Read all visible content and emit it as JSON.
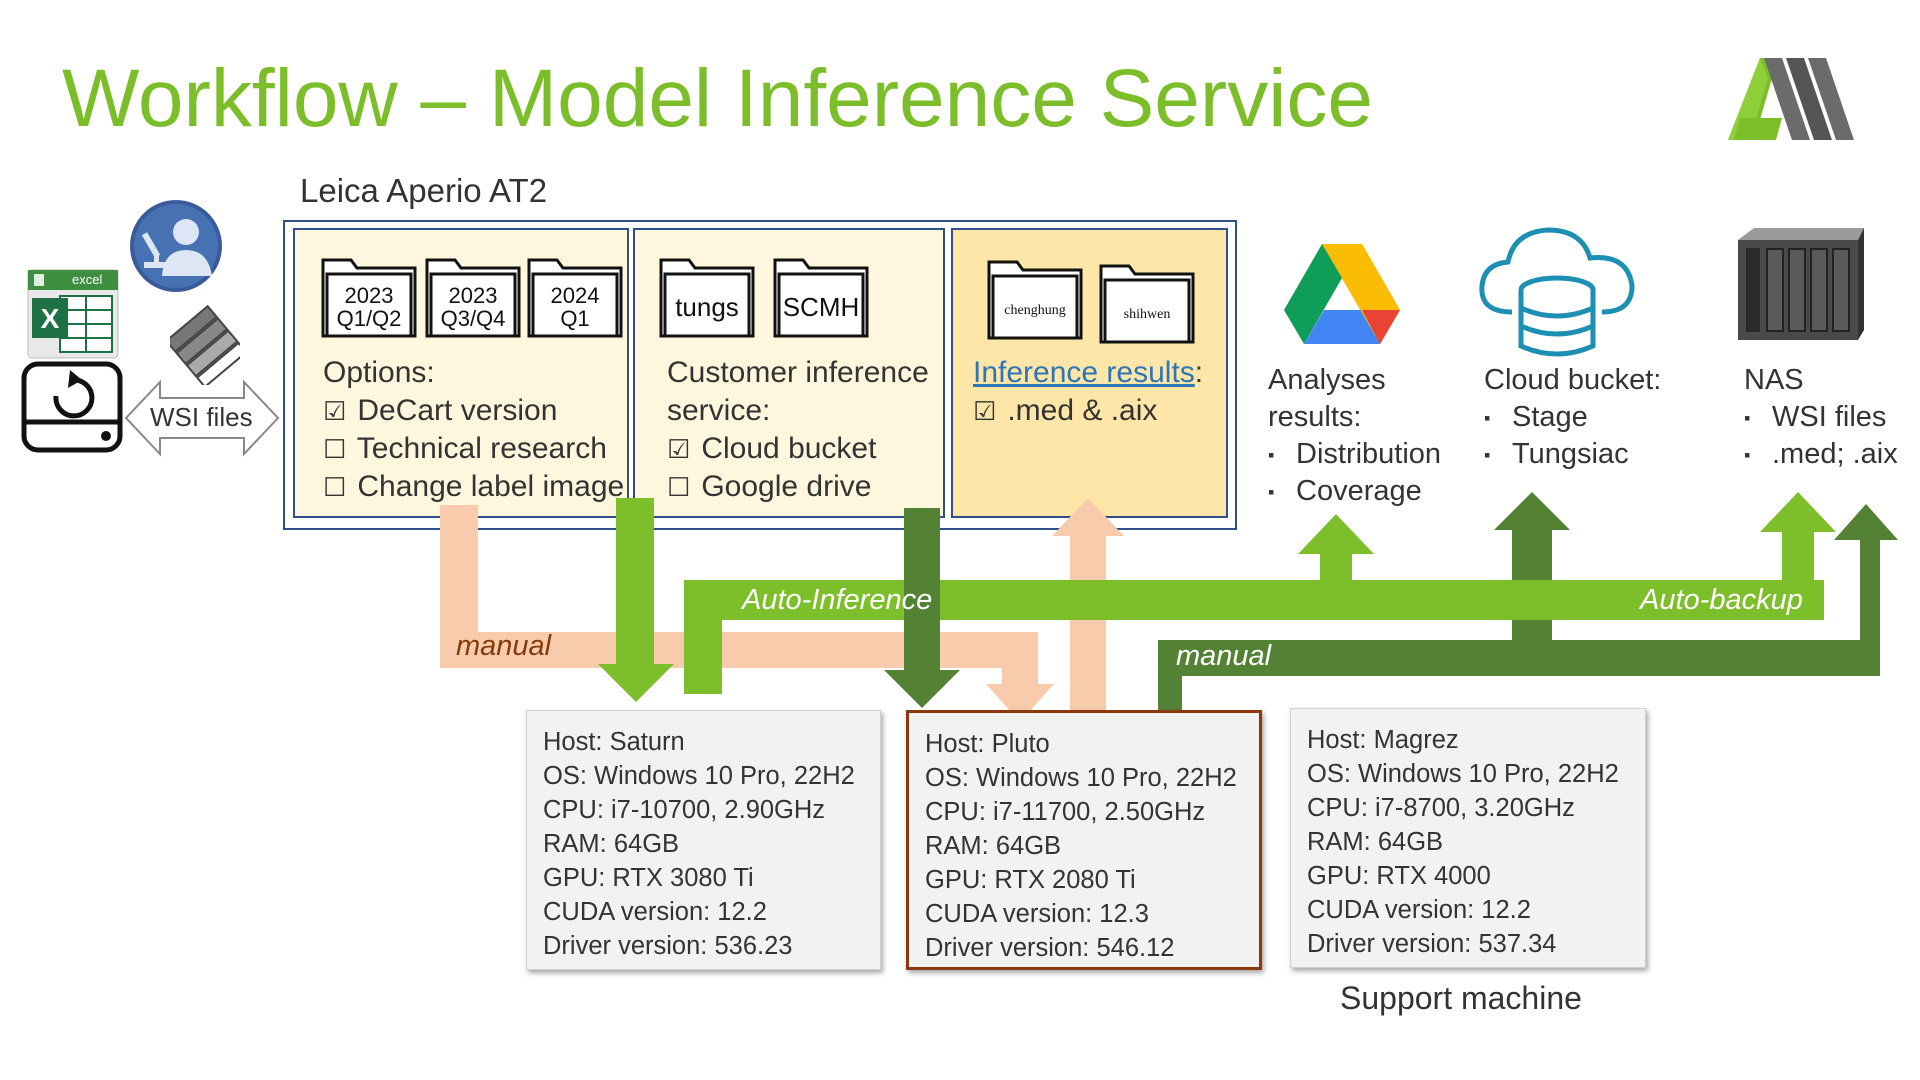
{
  "title": "Workflow – Model Inference Service",
  "scanner": {
    "label": "Leica Aperio AT2"
  },
  "wsi_arrow_label": "WSI files",
  "excel_label": "excel",
  "panel_scan": {
    "folders": [
      {
        "line1": "2023",
        "line2": "Q1/Q2"
      },
      {
        "line1": "2023",
        "line2": "Q3/Q4"
      },
      {
        "line1": "2024",
        "line2": "Q1"
      }
    ],
    "heading": "Options:",
    "options": [
      {
        "box": "☑",
        "text": "DeCart version"
      },
      {
        "box": "☐",
        "text": "Technical research"
      },
      {
        "box": "☐",
        "text": "Change label image"
      }
    ]
  },
  "panel_customer": {
    "folders": [
      {
        "label": "tungs"
      },
      {
        "label": "SCMH"
      }
    ],
    "heading_line1": "Customer inference",
    "heading_line2": "service:",
    "options": [
      {
        "box": "☑",
        "text": "Cloud bucket"
      },
      {
        "box": "☐",
        "text": "Google drive"
      }
    ]
  },
  "panel_results": {
    "folders": [
      {
        "label": "chenghung"
      },
      {
        "label": "shihwen"
      }
    ],
    "heading_link": "Inference results",
    "heading_colon": ":",
    "options": [
      {
        "box": "☑",
        "text": ".med & .aix"
      }
    ]
  },
  "destinations": {
    "drive": {
      "line1": "Analyses",
      "line2": "results:",
      "items": [
        "Distribution",
        "Coverage"
      ]
    },
    "cloud": {
      "line1": "Cloud bucket:",
      "items": [
        "Stage",
        "Tungsiac"
      ]
    },
    "nas": {
      "line1": "NAS",
      "items": [
        "WSI files",
        ".med; .aix"
      ]
    }
  },
  "flow_labels": {
    "manual_left": "manual",
    "auto_inference": "Auto-Inference",
    "auto_backup": "Auto-backup",
    "manual_right": "manual"
  },
  "hosts": [
    {
      "lines": [
        "Host: Saturn",
        "OS: Windows 10 Pro, 22H2",
        "CPU: i7-10700, 2.90GHz",
        "RAM: 64GB",
        "GPU: RTX 3080 Ti",
        "CUDA version: 12.2",
        "Driver version: 536.23"
      ]
    },
    {
      "lines": [
        "Host: Pluto",
        "OS: Windows 10 Pro, 22H2",
        "CPU: i7-11700, 2.50GHz",
        "RAM: 64GB",
        "GPU: RTX 2080 Ti",
        "CUDA version: 12.3",
        "Driver version: 546.12"
      ]
    },
    {
      "lines": [
        "Host: Magrez",
        "OS: Windows 10 Pro, 22H2",
        "CPU: i7-8700, 3.20GHz",
        "RAM: 64GB",
        "GPU: RTX 4000",
        "CUDA version: 12.2",
        "Driver version: 537.34"
      ]
    }
  ],
  "support_label": "Support machine",
  "colors": {
    "title_green": "#7cbd2a",
    "light_green": "#7dbf2b",
    "dark_green": "#548235",
    "peach": "#f8cbad",
    "frame_blue": "#2f4e8a",
    "pluto_border": "#8b3a0e"
  }
}
